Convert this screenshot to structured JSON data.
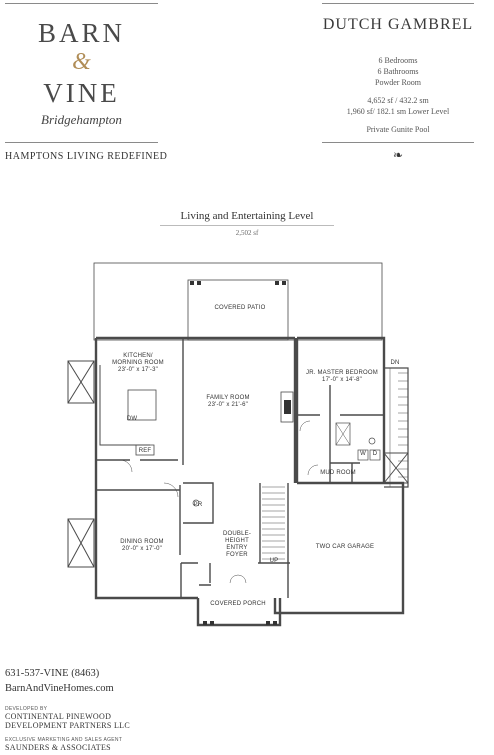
{
  "brand": {
    "line1": "BARN",
    "amp": "&",
    "line2": "VINE",
    "town": "Bridgehampton",
    "tagline": "HAMPTONS LIVING REDEFINED"
  },
  "model": {
    "name": "DUTCH GAMBREL",
    "specs": [
      "6 Bedrooms",
      "6 Bathrooms",
      "Powder Room"
    ],
    "areas": [
      "4,652 sf / 432.2 sm",
      "1,960 sf/ 182.1 sm Lower Level"
    ],
    "pool": "Private Gunite Pool",
    "ornament": "❧"
  },
  "plan": {
    "heading": "Living and Entertaining Level",
    "area": "2,502 sf",
    "rooms": {
      "covered_patio": "COVERED PATIO",
      "kitchen": [
        "KITCHEN/",
        "MORNING ROOM",
        "23'-0\" x 17'-3\""
      ],
      "family": [
        "FAMILY ROOM",
        "23'-0\" x 21'-6\""
      ],
      "jr_master": [
        "JR. MASTER BEDROOM",
        "17'-0\" x 14'-8\""
      ],
      "dining": [
        "DINING ROOM",
        "20'-0\" x 17'-0\""
      ],
      "foyer": [
        "DOUBLE-",
        "HEIGHT",
        "ENTRY",
        "FOYER"
      ],
      "garage": "TWO CAR GARAGE",
      "mud": "MUD ROOM",
      "porch": "COVERED PORCH",
      "dw": "DW",
      "ref": "REF",
      "pr": "PR",
      "w": "W",
      "d": "D",
      "dn": "DN",
      "up": "UP"
    }
  },
  "contact": {
    "phone": "631-537-VINE (8463)",
    "web": "BarnAndVineHomes.com"
  },
  "developer": {
    "label": "DEVELOPED BY",
    "name1": "CONTINENTAL PINEWOOD",
    "name2": "DEVELOPMENT PARTNERS LLC",
    "marketing_label": "EXCLUSIVE MARKETING AND SALES AGENT",
    "agent": "SAUNDERS & ASSOCIATES"
  }
}
